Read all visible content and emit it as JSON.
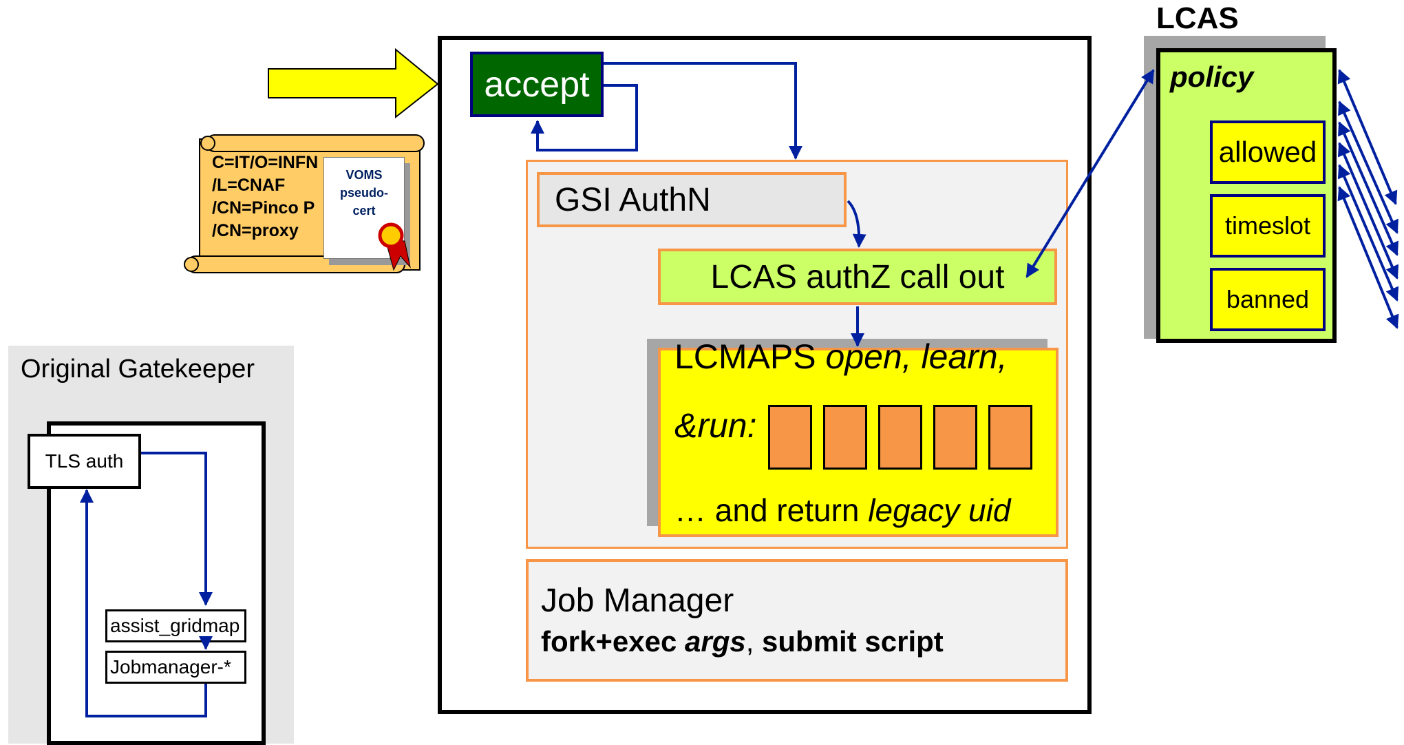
{
  "gatekeeper": {
    "accept_label": "accept",
    "gsi_authn_label": "GSI AuthN",
    "lcas_callout_label": "LCAS authZ call out",
    "lcmaps": {
      "name": "LCMAPS",
      "verbs": "open, learn,",
      "run": "&run:",
      "plugin_count": 5,
      "return_prefix": "… and return",
      "return_value": "legacy uid"
    },
    "job_manager": {
      "title": "Job Manager",
      "fork_exec": "fork+exec",
      "args": "args",
      "comma": ",",
      "submit_script": "submit script"
    }
  },
  "lcas": {
    "title": "LCAS",
    "policy_label": "policy",
    "rules": [
      "allowed",
      "timeslot",
      "banned"
    ]
  },
  "certificate": {
    "lines": [
      "C=IT/O=INFN",
      "/L=CNAF",
      "/CN=Pinco P",
      "/CN=proxy"
    ],
    "voms_lines": [
      "VOMS",
      "pseudo-",
      "cert"
    ]
  },
  "original_gatekeeper": {
    "title": "Original Gatekeeper",
    "tls_label": "TLS auth",
    "assist_label": "assist_gridmap",
    "jobmanager_label": "Jobmanager-*"
  },
  "colors": {
    "arrow_blue": "#0020a0",
    "accept_green": "#006600",
    "orange": "#f79646",
    "lime": "#ccff66",
    "yellow": "#ffff00",
    "input_arrow_yellow": "#ffff00",
    "scroll_tan": "#ffcc66"
  }
}
